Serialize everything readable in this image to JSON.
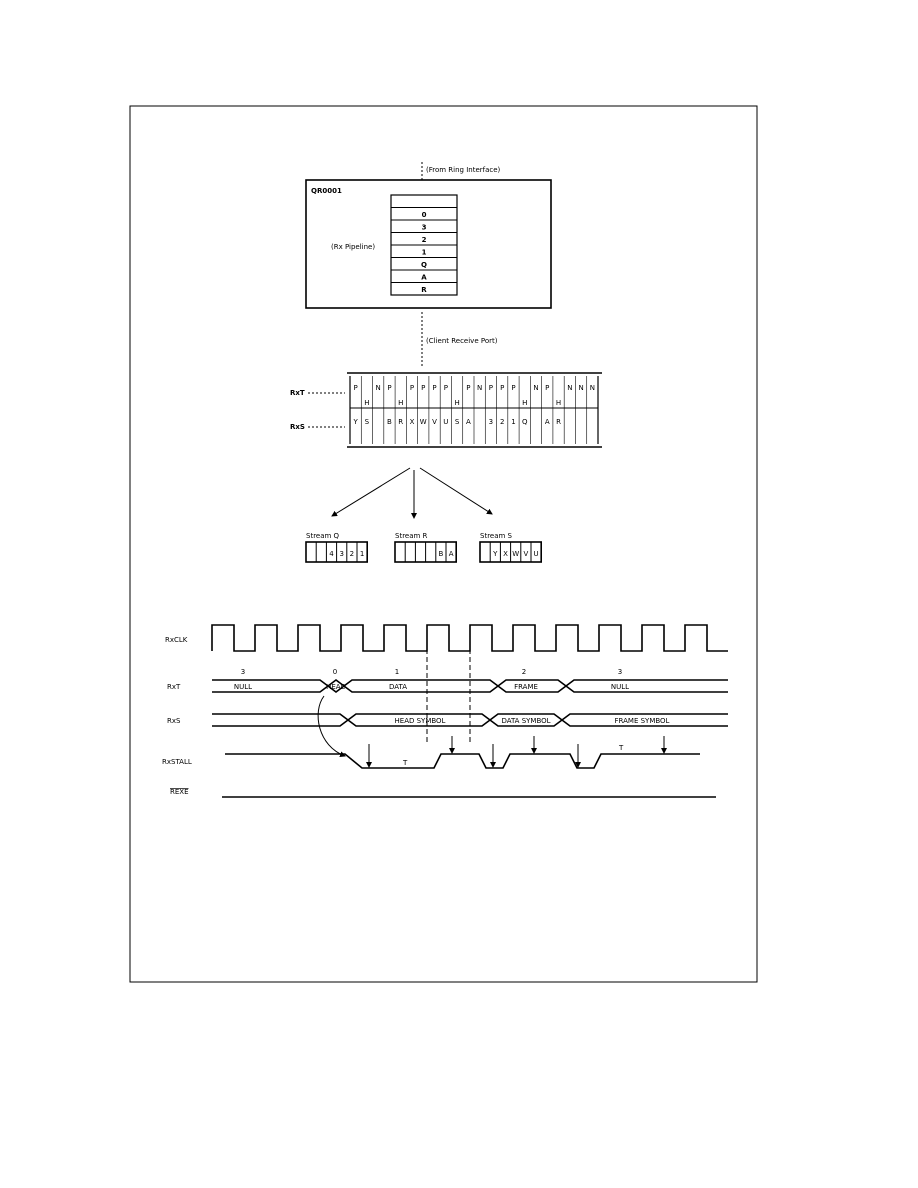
{
  "pipeline": {
    "chip_label": "QR0001",
    "from_label": "(From Ring Interface)",
    "pipeline_label": "(Rx Pipeline)",
    "cells": [
      "",
      "0",
      "3",
      "2",
      "1",
      "Q",
      "A",
      "R"
    ],
    "client_label": "(Client Receive Port)"
  },
  "ports": {
    "rxt_label": "RxT",
    "rxs_label": "RxS",
    "rxt_top": [
      "P",
      "",
      "N",
      "P",
      "",
      "P",
      "P",
      "P",
      "P",
      "",
      "P",
      "N",
      "P",
      "P",
      "P",
      "",
      "N",
      "P",
      "",
      "N",
      "N",
      "N"
    ],
    "rxt_bottom": [
      "",
      "H",
      "",
      "",
      "H",
      "",
      "",
      "",
      "",
      "H",
      "",
      "",
      "",
      "",
      "",
      "H",
      "",
      "",
      "H",
      "",
      "",
      ""
    ],
    "rxs_cells": [
      "Y",
      "S",
      "",
      "B",
      "R",
      "X",
      "W",
      "V",
      "U",
      "S",
      "A",
      "",
      "3",
      "2",
      "1",
      "Q",
      "",
      "A",
      "R",
      "",
      "",
      ""
    ]
  },
  "streams": [
    {
      "label": "Stream Q",
      "cells": [
        "",
        "",
        "4",
        "3",
        "2",
        "1"
      ]
    },
    {
      "label": "Stream R",
      "cells": [
        "",
        "",
        "",
        "",
        "B",
        "A"
      ]
    },
    {
      "label": "Stream S",
      "cells": [
        "",
        "Y",
        "X",
        "W",
        "V",
        "U"
      ]
    }
  ],
  "timing": {
    "rxclk_label": "RxCLK",
    "rxt_label": "RxT",
    "rxs_label": "RxS",
    "rxstall_label": "RxSTALL",
    "rexe_label": "REXE",
    "nums": [
      "3",
      "0",
      "1",
      "2",
      "3"
    ],
    "rxt_segments": [
      "NULL",
      "HEAD",
      "DATA",
      "FRAME",
      "NULL"
    ],
    "rxs_segments": [
      "HEAD SYMBOL",
      "DATA SYMBOL",
      "FRAME SYMBOL"
    ],
    "t_marks": [
      "T",
      "T"
    ]
  }
}
